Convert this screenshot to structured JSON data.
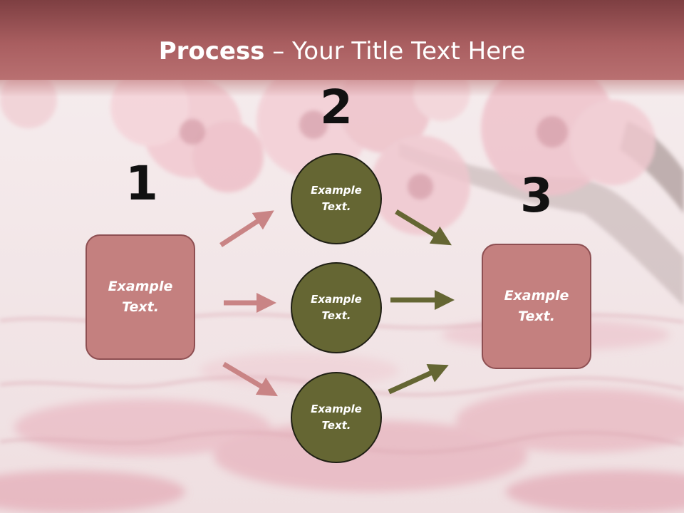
{
  "title": {
    "bold": "Process",
    "rest": " – Your Title Text Here"
  },
  "steps": {
    "one": "1",
    "two": "2",
    "three": "3"
  },
  "left_box": "Example Text.",
  "right_box": "Example Text.",
  "circles": [
    "Example Text.",
    "Example Text.",
    "Example Text."
  ],
  "colors": {
    "header": "#a95e60",
    "box": "#c4807f",
    "circle": "#656633",
    "pink_arrow": "#c98485",
    "olive_arrow": "#656633"
  }
}
